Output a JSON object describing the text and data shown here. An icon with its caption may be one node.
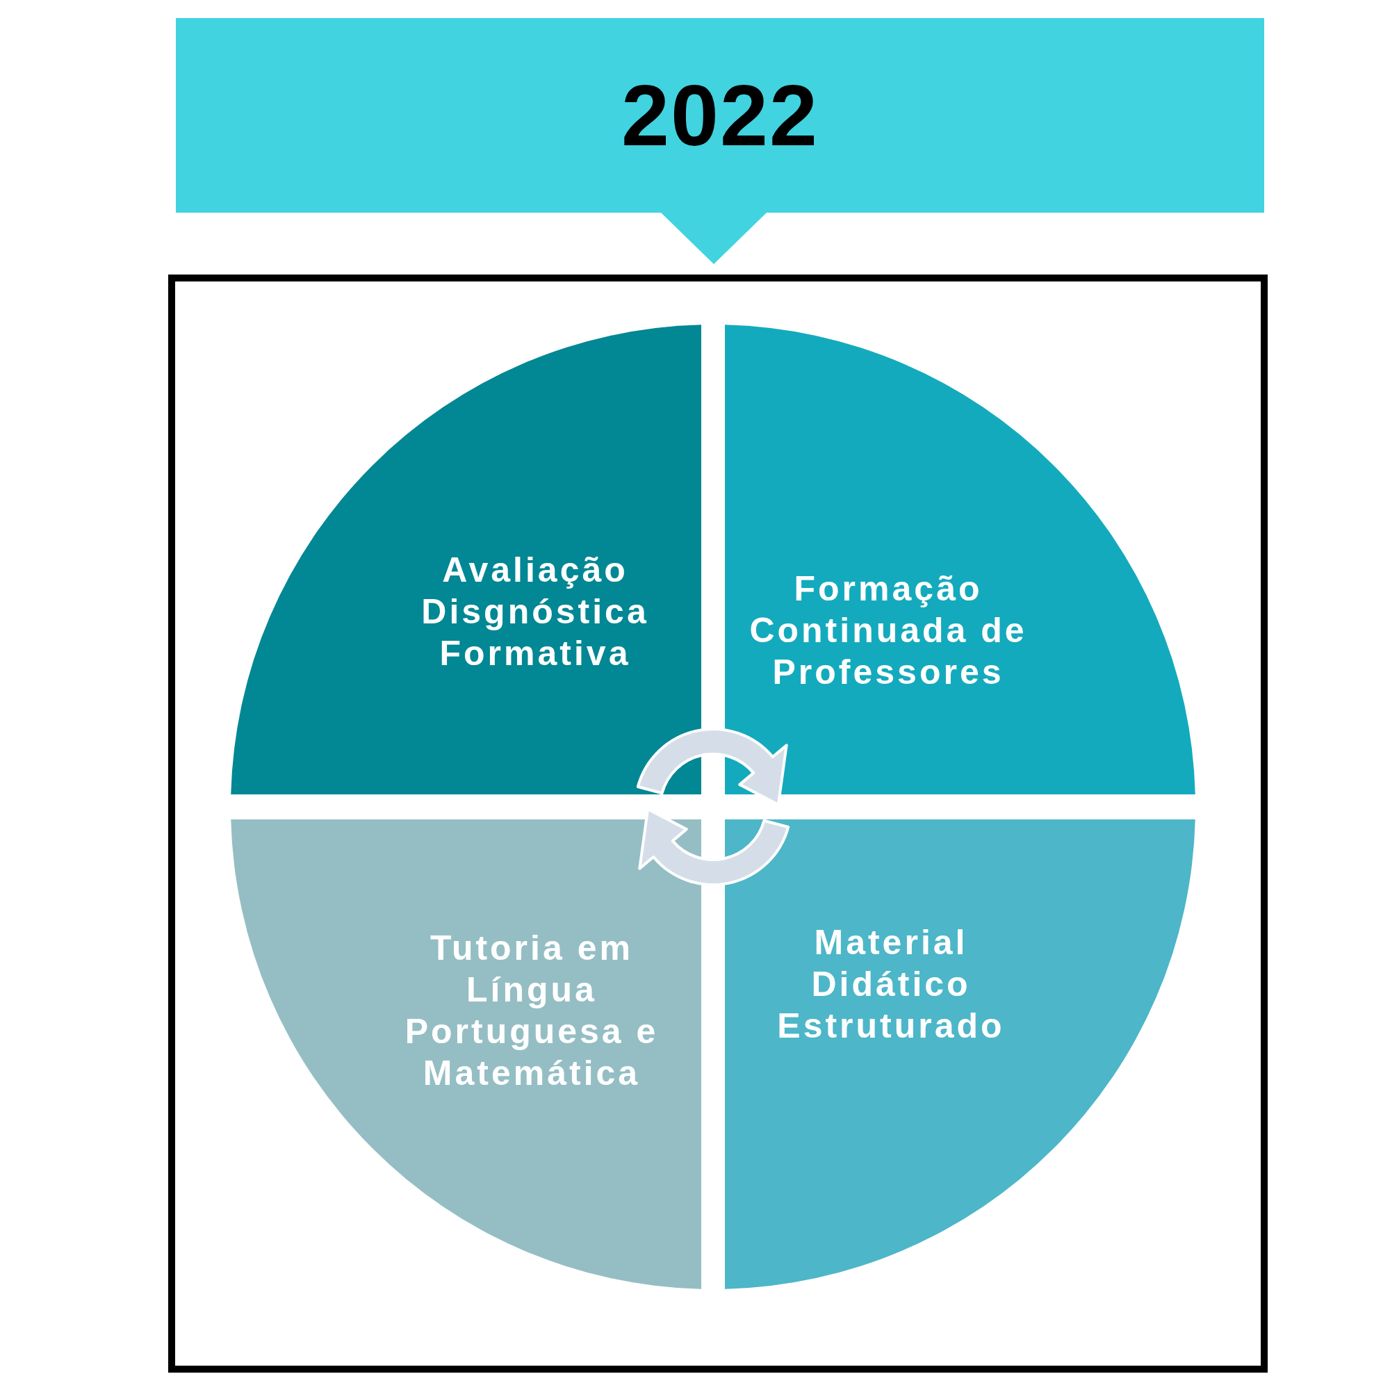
{
  "diagram": {
    "nodes": [
      {
        "text": [
          "2022"
        ]
      },
      {
        "text": [],
        "shape": "box"
      },
      {
        "text": [
          "Avaliação Disgnóstica Formativa"
        ],
        "in": 1
      },
      {
        "text": [
          "Formação Continuada de Professores"
        ],
        "in": 1
      },
      {
        "text": [
          "Tutoria em Língua Portuguesa e Matemática"
        ],
        "in": 1
      },
      {
        "text": [
          "Material Didático Estruturado"
        ],
        "in": 1
      }
    ]
  }
}
